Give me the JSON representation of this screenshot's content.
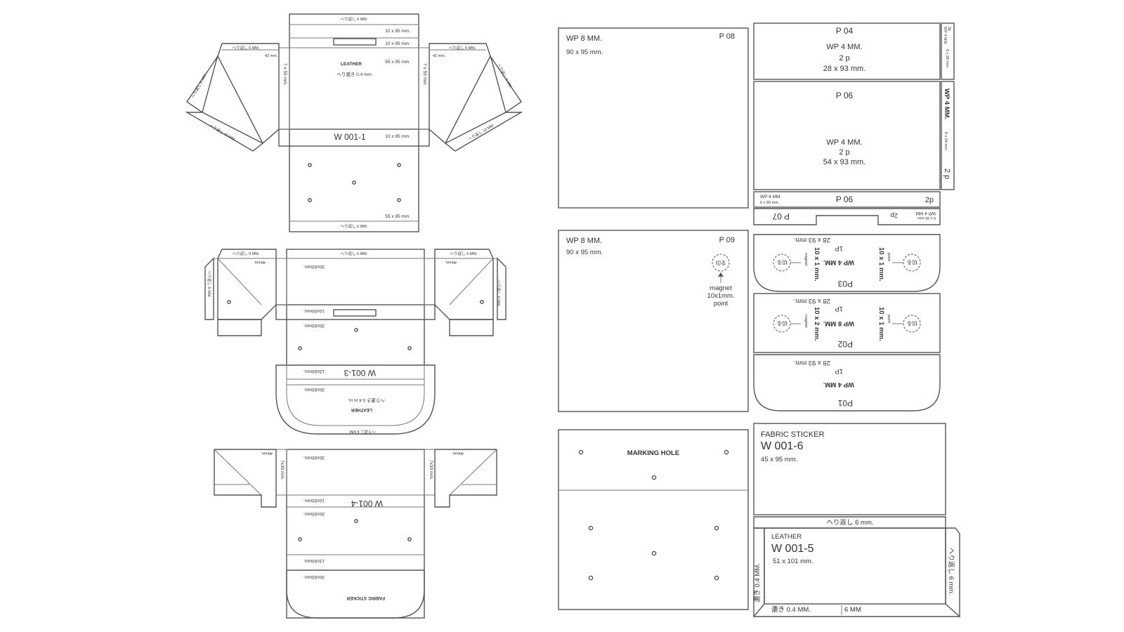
{
  "left": {
    "w1": {
      "hem6": "へり返し 6 MM.",
      "d10x95a": "10 x 95 mm.",
      "d10x95b": "10 x 95 mm.",
      "leather": "LEATHER",
      "skive": "へり漉き 0.4 mm.",
      "d55x95a": "55 x 95 mm.",
      "d7x55l": "7 x 55 mm.",
      "d7x55r": "7 x 55 mm.",
      "label": "W 001-1",
      "d10x95c": "10 x 95 mm.",
      "d55x95b": "55 x 95 mm.",
      "hem6b": "へり返し 6 MM.",
      "flapL_hem6": "へり返し 6 MM.",
      "flapL_42": "42 mm.",
      "flapL_hem10": "へり返し 10 MM.",
      "flapL_side": "へり返し 6 MM.",
      "flapR_hem6": "へり返し 6 MM.",
      "flapR_42": "42 mm.",
      "flapR_hem10": "へり返し 10 MM.",
      "flapR_side": "へり返し 6 MM."
    },
    "w3": {
      "hem6": "へり返し 6 MM.",
      "d30x93a": "30x93mm.",
      "d10x93": "10x93mm.",
      "d30x93b": "30x93mm.",
      "label": "W 001-3",
      "d13x93": "13x93mm.",
      "d30x93c": "30x93mm.",
      "skive": "へり漉き 0.4 m m.",
      "leather": "LEATHER",
      "hem6b": "へり返し 6 MM.",
      "flapL_hem6": "へり返し 6 MM.",
      "flapL_40": "40mm.",
      "flapL_side": "へり返し 6 MM.",
      "flapR_hem6": "へり返し 6 MM.",
      "flapR_40": "40mm.",
      "flapR_side": "へり返し 6 MM."
    },
    "w4": {
      "d30x93a": "30x93mm.",
      "d7x30l": "7x30 mm.",
      "d7x30r": "7x30 mm.",
      "label": "W 001-4",
      "d10x93": "10x93mm.",
      "d30x93b": "30x93mm.",
      "d13x93": "13x93mm.",
      "d30x93c": "30x93mm.",
      "fabric": "FABRIC STICKER",
      "d40l": "40mm.",
      "d40r": "40mm."
    }
  },
  "right": {
    "p08": {
      "id": "P 08",
      "wp": "WP 8 MM.",
      "dim": "90 x 95 mm."
    },
    "p09": {
      "id": "P 09",
      "wp": "WP 8 MM.",
      "dim": "90 x 95 mm.",
      "magnet": "magnet",
      "magnet_dim": "10x1mm.",
      "point": "point",
      "cut": "切る"
    },
    "p04": {
      "id": "P 04",
      "wp": "WP 4 MM.",
      "count": "2 p",
      "dim": "28 x 93 mm.",
      "side_wp": "WP 4 MM.",
      "side_dim": "6 x 28 mm.",
      "side_count": "2p"
    },
    "p06a": {
      "id": "P 06",
      "wp": "WP 4 MM.",
      "count": "2 p",
      "dim": "54 x 93 mm.",
      "side_wp": "WP 4 MM.",
      "side_dim": "6 x 54 mm.",
      "side_count": "2 p"
    },
    "p06b": {
      "id": "P 06",
      "wp": "WP 4 MM.",
      "dim": "6 x 93 mm.",
      "count": "2p"
    },
    "p07": {
      "id": "P 07",
      "wp": "WP 4 MM.",
      "dim": "6 x 93 mm.",
      "count": "2p"
    },
    "p03": {
      "id": "P03",
      "wp": "WP 4 MM.",
      "count": "1P",
      "dim": "28 x 93 mm.",
      "mag_l": "10 x 1 mm.",
      "mag_r": "10 x 1 mm.",
      "mag_word": "magnet",
      "mag_point": "point",
      "cut": "切る"
    },
    "p02": {
      "id": "P02",
      "wp": "WP 8 MM.",
      "count": "1P",
      "dim": "28 x 93 mm.",
      "mag_l": "10 x 2 mm.",
      "mag_r": "10 x 1 mm.",
      "mag_word": "magnet",
      "mag_point": "point",
      "cut": "切る"
    },
    "p01": {
      "id": "P01",
      "wp": "WP 4 MM.",
      "count": "1P",
      "dim": "28 x 93 mm."
    },
    "marking": {
      "label": "MARKING HOLE"
    },
    "w6": {
      "title": "FABRIC STICKER",
      "label": "W 001-6",
      "dim": "45 x 95 mm."
    },
    "w5": {
      "hem_top": "へり返し 6 mm.",
      "leather": "LEATHER",
      "label": "W 001-5",
      "dim": "51 x 101 mm.",
      "skive_side": "漉き 0.4 MM.",
      "skive_bottom": "漉き 0.4 MM.",
      "hem_right": "へり返し 6 mm.",
      "hem_bottom": "6 MM"
    }
  }
}
